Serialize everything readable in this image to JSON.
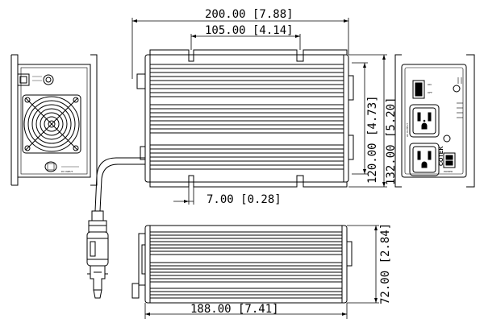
{
  "dimensions": {
    "overall_length": "200.00 [7.88]",
    "mount_spacing": "105.00 [4.14]",
    "inner_height": "120.00 [4.73]",
    "overall_height": "132.00 [5.20]",
    "slot_width": "7.00 [0.28]",
    "body_length": "188.00 [7.41]",
    "body_thickness": "72.00 [2.84]"
  },
  "labels": {
    "brand": "COTEK",
    "left_panel_text": "DC INPUT",
    "right_panel_text": "AC OUTPUT",
    "power_label": "POWER",
    "switch_on": "ON",
    "switch_off": "OFF"
  },
  "colors": {
    "line": "#000000",
    "background": "#ffffff"
  }
}
